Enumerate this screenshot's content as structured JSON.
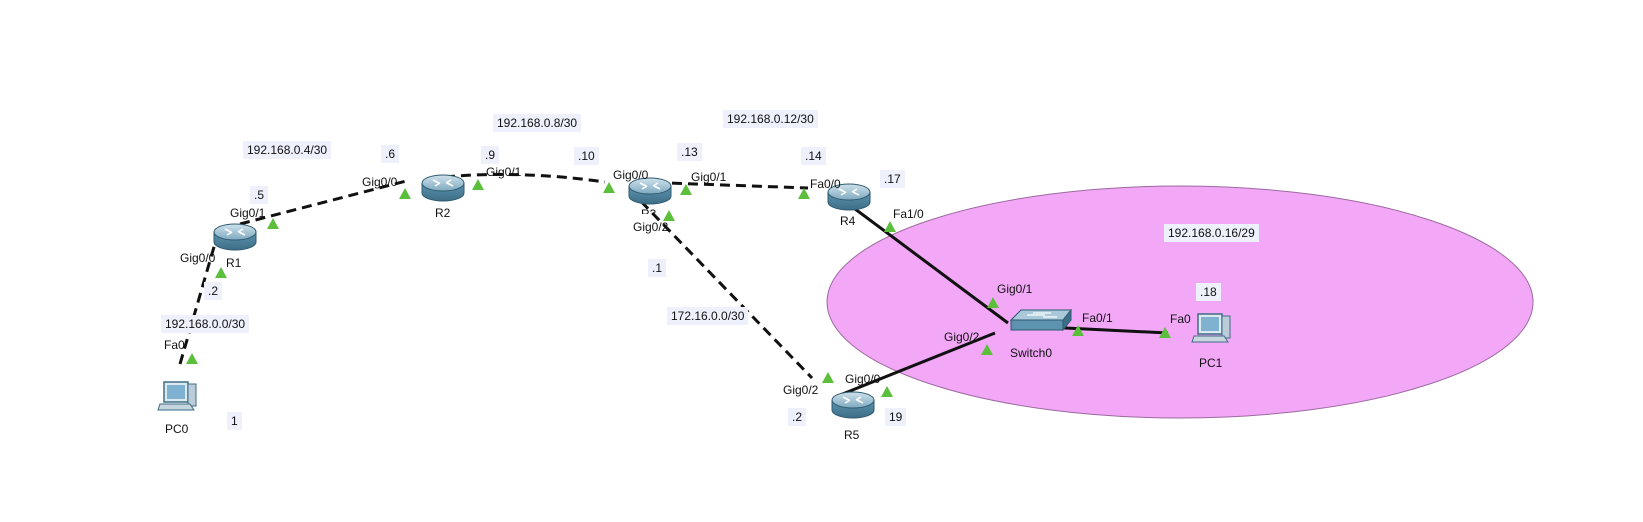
{
  "devices": {
    "r1": "R1",
    "r2": "R2",
    "r3": "R3",
    "r4": "R4",
    "r5": "R5",
    "switch0": "Switch0",
    "pc0": "PC0",
    "pc1": "PC1"
  },
  "networks": {
    "net_pc0_r1": "192.168.0.0/30",
    "net_r1_r2": "192.168.0.4/30",
    "net_r2_r3": "192.168.0.8/30",
    "net_r3_r4": "192.168.0.12/30",
    "net_r3_r5": "172.16.0.0/30",
    "net_lan": "192.168.0.16/29"
  },
  "interfaces": {
    "r1_gig01": "Gig0/1",
    "r1_gig00": "Gig0/0",
    "pc0_fa0": "Fa0",
    "r2_gig00": "Gig0/0",
    "r2_gig01": "Gig0/1",
    "r3_gig00": "Gig0/0",
    "r3_gig01": "Gig0/1",
    "r3_gig02": "Gig0/2",
    "r4_fa00": "Fa0/0",
    "r4_fa10": "Fa1/0",
    "sw_gig01": "Gig0/1",
    "sw_gig02": "Gig0/2",
    "sw_fa01": "Fa0/1",
    "pc1_fa0": "Fa0",
    "r5_gig00": "Gig0/0",
    "r5_gig02": "Gig0/2"
  },
  "addresses": {
    "r1_dot5": ".5",
    "r1_dot2": ".2",
    "pc0_1": "1",
    "r2_dot6": ".6",
    "r2_dot9": ".9",
    "r3_dot10": ".10",
    "r3_dot13": ".13",
    "r3_dot1": ".1",
    "r4_dot14": ".14",
    "r4_dot17": ".17",
    "pc1_dot18": ".18",
    "r5_dot2": ".2",
    "r5_19": "19"
  },
  "colors": {
    "lan_area": "#f2a8f7",
    "port_indicator": "#5cbf3c",
    "router_body": "#5d93ae",
    "link": "#111111"
  },
  "icons": {
    "router": "router-icon",
    "switch": "switch-icon",
    "pc": "pc-icon",
    "port_up": "port-up-triangle"
  }
}
